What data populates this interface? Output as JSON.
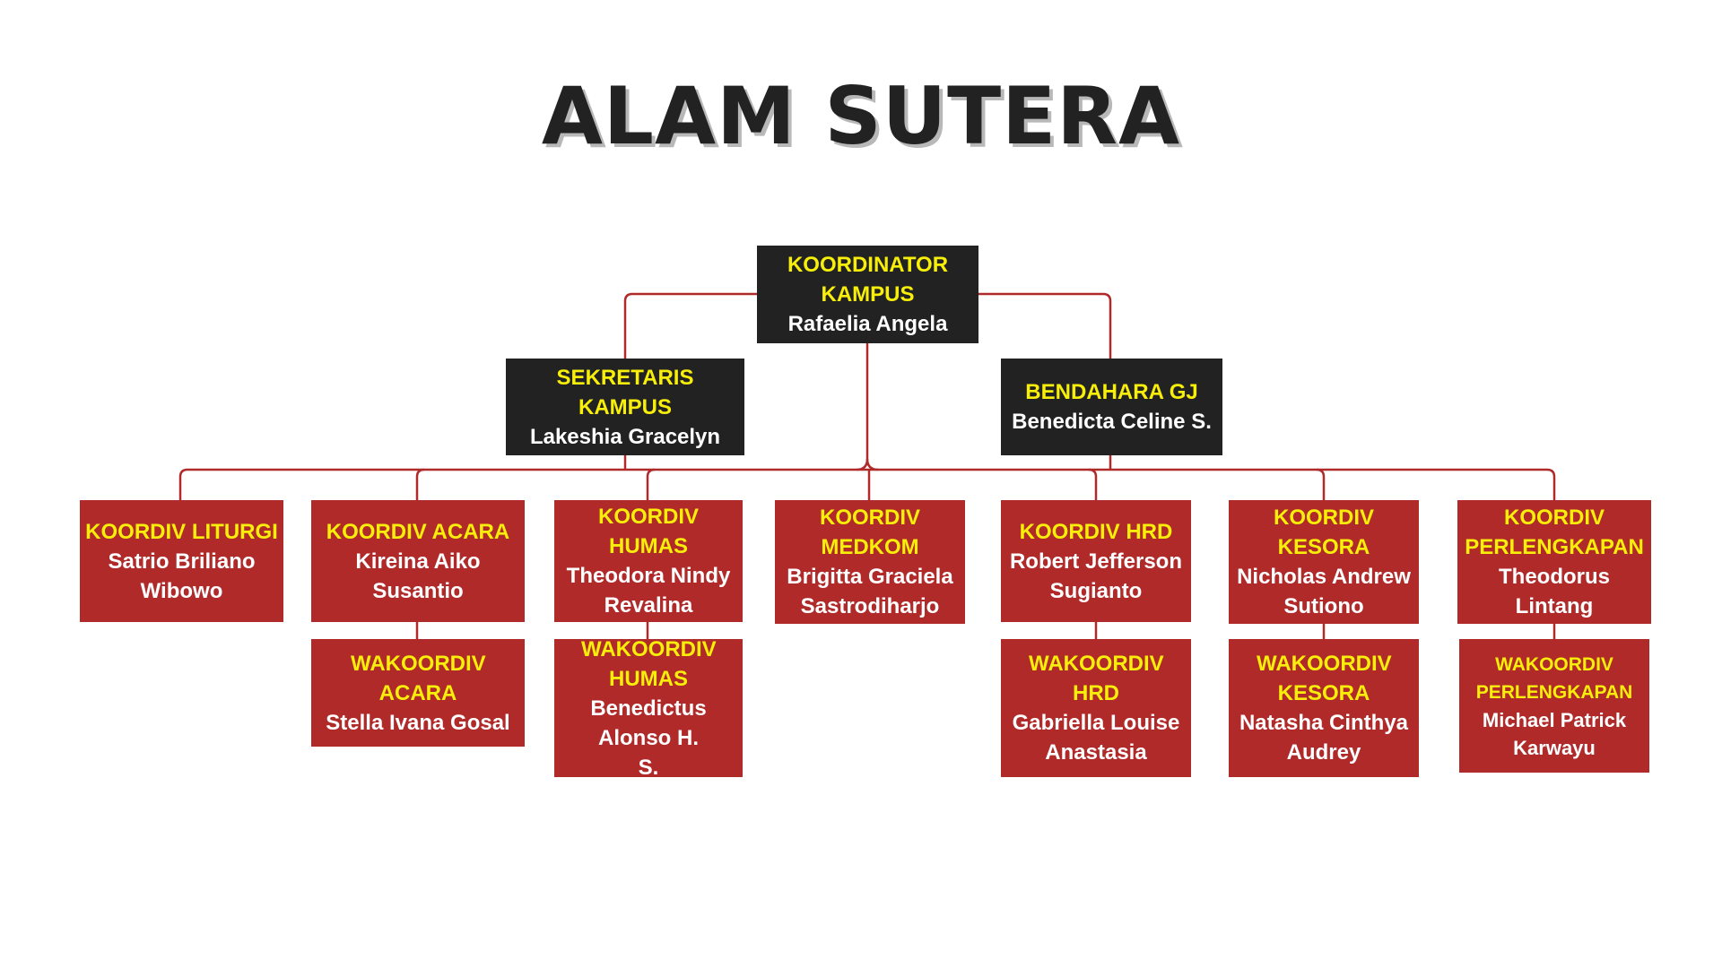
{
  "title": "ALAM SUTERA",
  "colors": {
    "leader_bg": "#222222",
    "division_bg": "#b02a2a",
    "role_text": "#f7ee0a",
    "name_text": "#ffffff",
    "connector": "#b02a2a"
  },
  "nodes": {
    "koordinator": {
      "role": "KOORDINATOR KAMPUS",
      "name": "Rafaelia Angela"
    },
    "sekretaris": {
      "role": "SEKRETARIS KAMPUS",
      "name": "Lakeshia Gracelyn"
    },
    "bendahara": {
      "role": "BENDAHARA GJ",
      "name": "Benedicta Celine S."
    },
    "liturgi": {
      "role": "KOORDIV LITURGI",
      "name": "Satrio Briliano Wibowo"
    },
    "acara": {
      "role": "KOORDIV ACARA",
      "name": "Kireina Aiko Susantio"
    },
    "humas": {
      "role": "KOORDIV HUMAS",
      "name": "Theodora Nindy Revalina"
    },
    "medkom": {
      "role": "KOORDIV MEDKOM",
      "name": "Brigitta Graciela Sastrodiharjo"
    },
    "hrd": {
      "role": "KOORDIV HRD",
      "name": "Robert Jefferson Sugianto"
    },
    "kesora": {
      "role": "KOORDIV KESORA",
      "name": "Nicholas Andrew Sutiono"
    },
    "perlengkapan": {
      "role": "KOORDIV PERLENGKAPAN",
      "name": "Theodorus Lintang"
    },
    "wk_acara": {
      "role": "WAKOORDIV ACARA",
      "name": "Stella Ivana Gosal"
    },
    "wk_humas": {
      "role": "WAKOORDIV HUMAS",
      "name": "Benedictus Alonso H. S."
    },
    "wk_hrd": {
      "role": "WAKOORDIV HRD",
      "name": "Gabriella Louise Anastasia"
    },
    "wk_kesora": {
      "role": "WAKOORDIV KESORA",
      "name": "Natasha Cinthya Audrey"
    },
    "wk_perlengkapan": {
      "role": "WAKOORDIV PERLENGKAPAN",
      "name": "Michael Patrick Karwayu"
    }
  }
}
